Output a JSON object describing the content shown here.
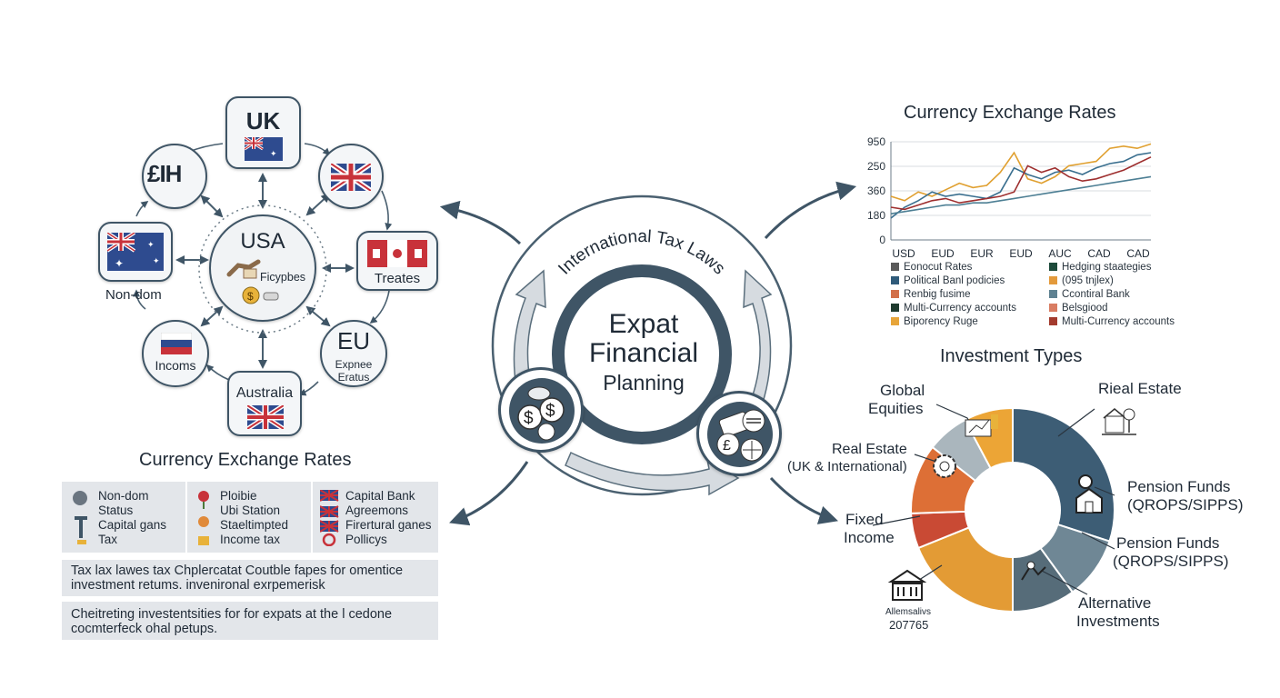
{
  "network": {
    "uk": "UK",
    "usa": "USA",
    "usa_sub": "Ficypbes",
    "pound_symbol": "£IH",
    "non_dom": "Non-dom",
    "treates": "Treates",
    "incoms": "Incoms",
    "eu": "EU",
    "eu_sub1": "Expnee",
    "eu_sub2": "Eratus",
    "australia": "Australia"
  },
  "left_panel": {
    "title": "Currency Exchange Rates",
    "col1": [
      "Non-dom",
      "Status",
      "Capital gans",
      "Tax"
    ],
    "col2": [
      "Ploibie",
      "Ubi Station",
      "Staeltimpted",
      "Income tax"
    ],
    "col3": [
      "Capital Bank",
      "Agreemons",
      "Firertural ganes",
      "Pollicys"
    ],
    "note1_line1": "Tax lax lawes tax Chplercatat Coutble fapes for omentice",
    "note1_line2": "investment retums.        invenironal exrpemerisk",
    "note2_line1": "Cheitreting investentsities for for expats at the l cedone",
    "note2_line2": "cocmterfeck ohal petups."
  },
  "center": {
    "ring_label": "International Tax Laws",
    "line1": "Expat",
    "line2": "Financial",
    "line3": "Planning"
  },
  "chart_data": {
    "type": "line",
    "title": "Currency Exchange Rates",
    "categories": [
      "USD",
      "EUD",
      "EUR",
      "EUD",
      "AUC",
      "CAD",
      "CAD"
    ],
    "y_ticks": [
      "0",
      "180",
      "360",
      "250",
      "950"
    ],
    "series": [
      {
        "color": "#e0a030",
        "values": [
          2,
          1.8,
          2.2,
          2.0,
          2.3,
          2.6,
          2.4,
          2.5,
          3.1,
          4.0,
          2.8,
          2.6,
          2.9,
          3.4,
          3.5,
          3.6,
          4.2,
          4.3,
          4.2,
          4.4
        ]
      },
      {
        "color": "#3a6f8f",
        "values": [
          1,
          1.5,
          1.8,
          2.2,
          2.0,
          2.1,
          2.0,
          1.9,
          2.2,
          3.3,
          3.0,
          2.8,
          3.1,
          3.2,
          3.0,
          3.3,
          3.5,
          3.6,
          3.9,
          4.0
        ]
      },
      {
        "color": "#9e2f2f",
        "values": [
          1.5,
          1.4,
          1.6,
          1.8,
          1.9,
          1.7,
          1.8,
          1.9,
          2.0,
          2.2,
          3.4,
          3.1,
          3.3,
          2.9,
          2.7,
          2.8,
          3.0,
          3.2,
          3.5,
          3.8
        ]
      },
      {
        "color": "#4d7f94",
        "values": [
          1.2,
          1.3,
          1.4,
          1.5,
          1.6,
          1.6,
          1.7,
          1.7,
          1.8,
          1.9,
          2.0,
          2.1,
          2.2,
          2.3,
          2.4,
          2.5,
          2.6,
          2.7,
          2.8,
          2.9
        ]
      }
    ],
    "legend_left": [
      {
        "label": "Eonocut Rates",
        "color": "#5a5a5a"
      },
      {
        "label": "Political Banl podicies",
        "color": "#2f5b7a"
      },
      {
        "label": "Renbig fusime",
        "color": "#d2704a"
      },
      {
        "label": "Multi-Currency accounts",
        "color": "#1f3b2e"
      },
      {
        "label": "Biporency Ruge",
        "color": "#e7a53a"
      }
    ],
    "legend_right": [
      {
        "label": "Hedging staategies",
        "color": "#1d4a3a"
      },
      {
        "label": "(095 tnjlex)",
        "color": "#e39a3b"
      },
      {
        "label": "Ccontiral Bank",
        "color": "#5e8191"
      },
      {
        "label": "Belsgiood",
        "color": "#d97d63"
      },
      {
        "label": "Multi-Currency accounts",
        "color": "#a33b2e"
      }
    ]
  },
  "investment": {
    "title": "Investment Types",
    "global_eq_1": "Global",
    "global_eq_2": "Equities",
    "real_estate_right": "Rieal Estate",
    "real_estate_left_1": "Real Estate",
    "real_estate_left_2": "(UK & International)",
    "pension1_1": "Pension Funds",
    "pension1_2": "(QROPS/SIPPS)",
    "pension2_1": "Pension Funds",
    "pension2_2": "(QROPS/SIPPS)",
    "fixed_1": "Fixed",
    "fixed_2": "Income",
    "alt_1": "Alternative",
    "alt_2": "Investments",
    "small_1": "Allemsalivs",
    "small_2": "207765"
  },
  "pie": {
    "segments": [
      {
        "name": "real-estate",
        "value": 27,
        "color": "#3d5d75"
      },
      {
        "name": "pension-funds",
        "value": 9,
        "color": "#6f8795"
      },
      {
        "name": "alternative",
        "value": 9,
        "color": "#566c79"
      },
      {
        "name": "fixed-income-orange",
        "value": 17,
        "color": "#e39b35"
      },
      {
        "name": "fixed-income-red",
        "value": 5,
        "color": "#c94a34"
      },
      {
        "name": "real-estate-uk",
        "value": 10,
        "color": "#dd6f36"
      },
      {
        "name": "global-equities",
        "value": 6,
        "color": "#aab6bd"
      },
      {
        "name": "gold",
        "value": 7,
        "color": "#eca536"
      }
    ]
  }
}
